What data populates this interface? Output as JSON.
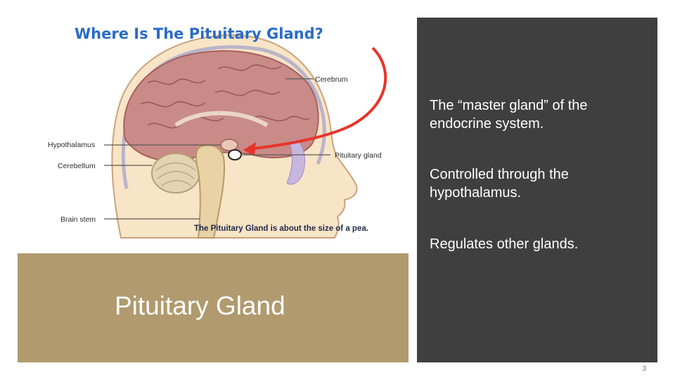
{
  "figure": {
    "title": "Where Is The Pituitary Gland?",
    "caption": "The Pituitary Gland is about the size of a pea.",
    "labels": {
      "cerebrum": "Cerebrum",
      "hypothalamus": "Hypothalamus",
      "pituitary": "Pituitary gland",
      "cerebellum": "Cerebellum",
      "brain_stem": "Brain stem"
    }
  },
  "slide": {
    "title": "Pituitary Gland",
    "bullets": [
      "The “master gland” of the endocrine system.",
      "Controlled through the hypothalamus.",
      "Regulates other glands."
    ],
    "page_number": "3"
  },
  "colors": {
    "title_box": "#b09a6e",
    "dark_panel": "#3f3f3f",
    "figure_title": "#2a6bc7",
    "arrow": "#e8342b"
  }
}
